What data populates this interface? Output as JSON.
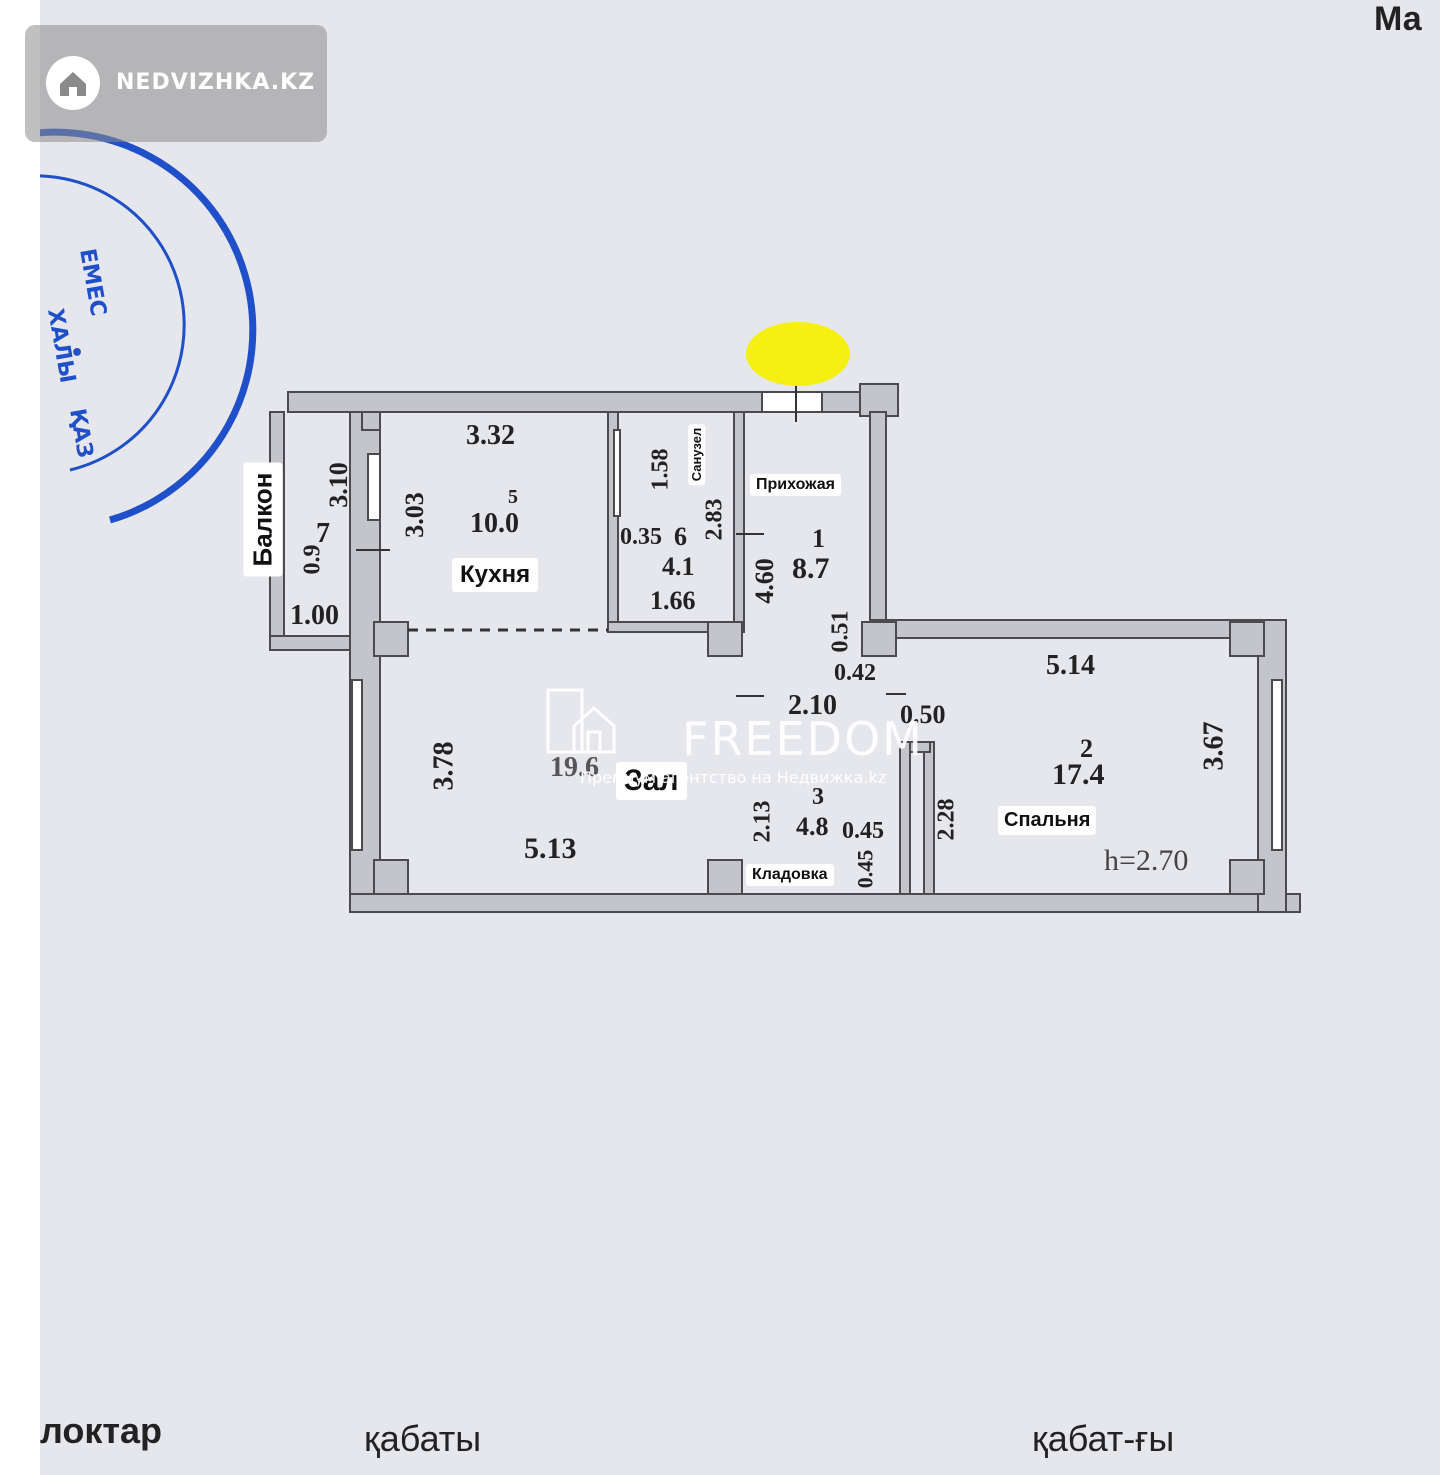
{
  "corner_text": "Ма",
  "watermark_badge": {
    "text": "NEDVIZHKA.KZ"
  },
  "freedom_watermark": {
    "title": "FREEDOM",
    "subtitle": "Премиум агентство на Недвижка.kz"
  },
  "rooms": {
    "balcony": "Балкон",
    "kitchen": "Кухня",
    "bathroom": "Санузел",
    "hallway": "Прихожая",
    "living": "Зал",
    "bedroom": "Спальня",
    "storage": "Кладовка"
  },
  "dimensions": {
    "d_3_32": "3.32",
    "d_3_10": "3.10",
    "d_7": "7",
    "d_0_9": "0.9",
    "d_1_00": "1.00",
    "d_3_03": "3.03",
    "kitchen_num": "5",
    "kitchen_area": "10.0",
    "d_1_58": "1.58",
    "d_0_35": "0.35",
    "bath_num": "6",
    "bath_area": "4.1",
    "d_1_66": "1.66",
    "d_2_83": "2.83",
    "d_4_60": "4.60",
    "hall_num": "1",
    "hall_area": "8.7",
    "d_0_51": "0.51",
    "d_0_42": "0.42",
    "d_5_14": "5.14",
    "d_0_50": "0.50",
    "d_2_10": "2.10",
    "d_3_78": "3.78",
    "living_area": "19.6",
    "d_5_13": "5.13",
    "d_2_13": "2.13",
    "storage_num": "3",
    "storage_area": "4.8",
    "d_0_45": "0.45",
    "d_0_45b": "0.45",
    "d_2_28": "2.28",
    "bedroom_num": "2",
    "bedroom_area": "17.4",
    "d_3_67": "3.67",
    "ceiling_h": "h=2.70"
  },
  "bottom_text": {
    "left": "локтар",
    "middle": "қабаты",
    "right": "қабат-ғы"
  },
  "colors": {
    "paper": "#e6e7ec",
    "wall": "#c4c5ca",
    "wall_edge": "#4a4a4f",
    "stamp": "#1f4fc9",
    "highlight": "#f6f012"
  }
}
